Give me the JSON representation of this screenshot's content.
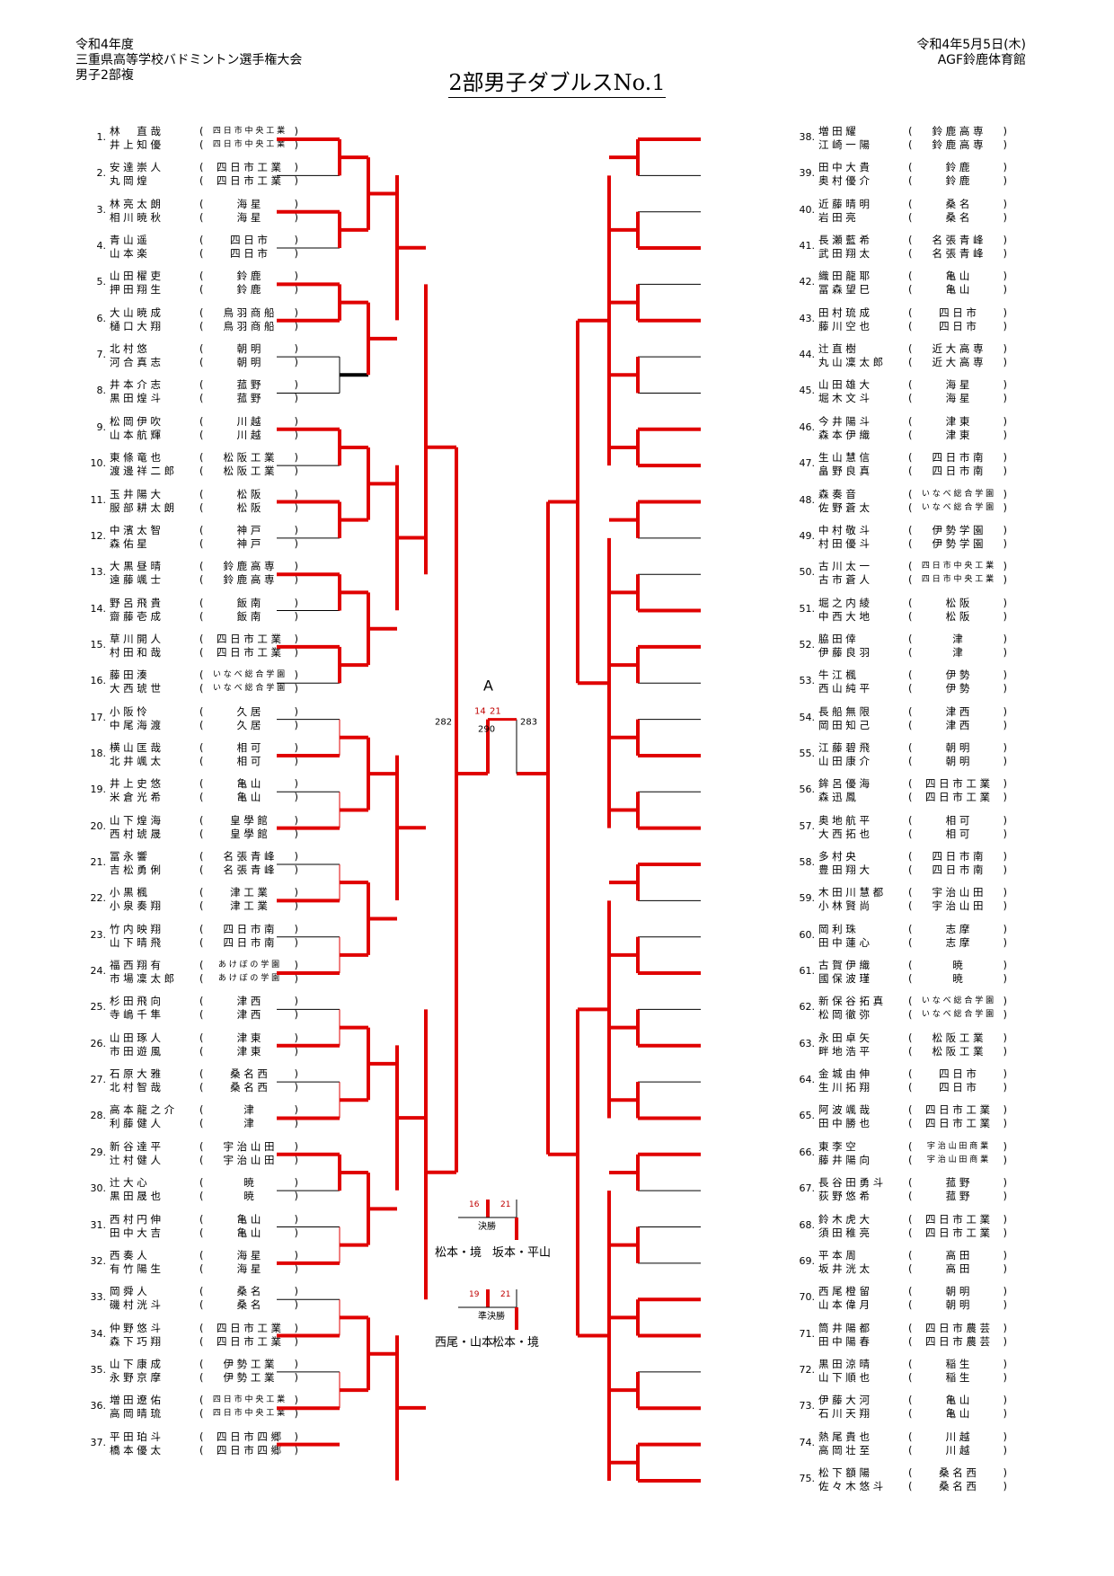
{
  "header": {
    "left": [
      "令和4年度",
      "三重県高等学校バドミントン選手権大会",
      "男子2部複"
    ],
    "right": [
      "令和4年5月5日(木)",
      "AGF鈴鹿体育館"
    ],
    "title": "2部男子ダブルスNo.1"
  },
  "left_entries": [
    {
      "seed": "1.",
      "p": [
        [
          "林　直哉",
          "四日市中央工業"
        ],
        [
          "井上知優",
          "四日市中央工業"
        ]
      ]
    },
    {
      "seed": "2.",
      "p": [
        [
          "安達崇人",
          "四日市工業"
        ],
        [
          "丸岡煌",
          "四日市工業"
        ]
      ]
    },
    {
      "seed": "3.",
      "p": [
        [
          "林亮太朗",
          "海星"
        ],
        [
          "相川暁秋",
          "海星"
        ]
      ]
    },
    {
      "seed": "4.",
      "p": [
        [
          "青山遥",
          "四日市"
        ],
        [
          "山本楽",
          "四日市"
        ]
      ]
    },
    {
      "seed": "5.",
      "p": [
        [
          "山田櫂吏",
          "鈴鹿"
        ],
        [
          "押田翔生",
          "鈴鹿"
        ]
      ]
    },
    {
      "seed": "6.",
      "p": [
        [
          "大山暁成",
          "鳥羽商船"
        ],
        [
          "樋口大翔",
          "鳥羽商船"
        ]
      ]
    },
    {
      "seed": "7.",
      "p": [
        [
          "北村悠",
          "朝明"
        ],
        [
          "河合真志",
          "朝明"
        ]
      ]
    },
    {
      "seed": "8.",
      "p": [
        [
          "井本介志",
          "菰野"
        ],
        [
          "黒田煌斗",
          "菰野"
        ]
      ]
    },
    {
      "seed": "9.",
      "p": [
        [
          "松岡伊吹",
          "川越"
        ],
        [
          "山本航輝",
          "川越"
        ]
      ]
    },
    {
      "seed": "10.",
      "p": [
        [
          "東條竜也",
          "松阪工業"
        ],
        [
          "渡邊祥二郎",
          "松阪工業"
        ]
      ]
    },
    {
      "seed": "11.",
      "p": [
        [
          "玉井陽大",
          "松阪"
        ],
        [
          "服部耕太朗",
          "松阪"
        ]
      ]
    },
    {
      "seed": "12.",
      "p": [
        [
          "中濱太智",
          "神戸"
        ],
        [
          "森佑星",
          "神戸"
        ]
      ]
    },
    {
      "seed": "13.",
      "p": [
        [
          "大黒昼晴",
          "鈴鹿高専"
        ],
        [
          "遠藤颯士",
          "鈴鹿高専"
        ]
      ]
    },
    {
      "seed": "14.",
      "p": [
        [
          "野呂飛貴",
          "飯南"
        ],
        [
          "齋藤壱成",
          "飯南"
        ]
      ]
    },
    {
      "seed": "15.",
      "p": [
        [
          "草川開人",
          "四日市工業"
        ],
        [
          "村田和哉",
          "四日市工業"
        ]
      ]
    },
    {
      "seed": "16.",
      "p": [
        [
          "藤田湊",
          "いなべ総合学園"
        ],
        [
          "大西琥世",
          "いなべ総合学園"
        ]
      ]
    },
    {
      "seed": "17.",
      "p": [
        [
          "小阪怜",
          "久居"
        ],
        [
          "中尾海渡",
          "久居"
        ]
      ]
    },
    {
      "seed": "18.",
      "p": [
        [
          "横山匡哉",
          "相可"
        ],
        [
          "北井颯太",
          "相可"
        ]
      ]
    },
    {
      "seed": "19.",
      "p": [
        [
          "井上史悠",
          "亀山"
        ],
        [
          "米倉光希",
          "亀山"
        ]
      ]
    },
    {
      "seed": "20.",
      "p": [
        [
          "山下煌海",
          "皇學館"
        ],
        [
          "西村琥晟",
          "皇學館"
        ]
      ]
    },
    {
      "seed": "21.",
      "p": [
        [
          "冨永響",
          "名張青峰"
        ],
        [
          "吉松勇俐",
          "名張青峰"
        ]
      ]
    },
    {
      "seed": "22.",
      "p": [
        [
          "小黒楓",
          "津工業"
        ],
        [
          "小泉奏翔",
          "津工業"
        ]
      ]
    },
    {
      "seed": "23.",
      "p": [
        [
          "竹内映翔",
          "四日市南"
        ],
        [
          "山下晴飛",
          "四日市南"
        ]
      ]
    },
    {
      "seed": "24.",
      "p": [
        [
          "福西翔有",
          "あけぼの学園"
        ],
        [
          "市場凜太郎",
          "あけぼの学園"
        ]
      ]
    },
    {
      "seed": "25.",
      "p": [
        [
          "杉田飛向",
          "津西"
        ],
        [
          "寺嶋千隼",
          "津西"
        ]
      ]
    },
    {
      "seed": "26.",
      "p": [
        [
          "山田琢人",
          "津東"
        ],
        [
          "市田遊風",
          "津東"
        ]
      ]
    },
    {
      "seed": "27.",
      "p": [
        [
          "石原大雅",
          "桑名西"
        ],
        [
          "北村智哉",
          "桑名西"
        ]
      ]
    },
    {
      "seed": "28.",
      "p": [
        [
          "高本龍之介",
          "津"
        ],
        [
          "利藤健人",
          "津"
        ]
      ]
    },
    {
      "seed": "29.",
      "p": [
        [
          "新谷達平",
          "宇治山田"
        ],
        [
          "辻村健人",
          "宇治山田"
        ]
      ]
    },
    {
      "seed": "30.",
      "p": [
        [
          "辻大心",
          "暁"
        ],
        [
          "黒田晟也",
          "暁"
        ]
      ]
    },
    {
      "seed": "31.",
      "p": [
        [
          "西村円伸",
          "亀山"
        ],
        [
          "田中大吉",
          "亀山"
        ]
      ]
    },
    {
      "seed": "32.",
      "p": [
        [
          "西奏人",
          "海星"
        ],
        [
          "有竹陽生",
          "海星"
        ]
      ]
    },
    {
      "seed": "33.",
      "p": [
        [
          "岡舜人",
          "桑名"
        ],
        [
          "磯村洸斗",
          "桑名"
        ]
      ]
    },
    {
      "seed": "34.",
      "p": [
        [
          "仲野悠斗",
          "四日市工業"
        ],
        [
          "森下巧翔",
          "四日市工業"
        ]
      ]
    },
    {
      "seed": "35.",
      "p": [
        [
          "山下康成",
          "伊勢工業"
        ],
        [
          "永野京摩",
          "伊勢工業"
        ]
      ]
    },
    {
      "seed": "36.",
      "p": [
        [
          "増田遼佑",
          "四日市中央工業"
        ],
        [
          "高岡晴琉",
          "四日市中央工業"
        ]
      ]
    },
    {
      "seed": "37.",
      "p": [
        [
          "平田珀斗",
          "四日市四郷"
        ],
        [
          "橋本優太",
          "四日市四郷"
        ]
      ]
    }
  ],
  "right_entries": [
    {
      "seed": "38.",
      "p": [
        [
          "増田耀",
          "鈴鹿高専"
        ],
        [
          "江崎一陽",
          "鈴鹿高専"
        ]
      ]
    },
    {
      "seed": "39.",
      "p": [
        [
          "田中大貴",
          "鈴鹿"
        ],
        [
          "奥村優介",
          "鈴鹿"
        ]
      ]
    },
    {
      "seed": "40.",
      "p": [
        [
          "近藤晴明",
          "桑名"
        ],
        [
          "岩田亮",
          "桑名"
        ]
      ]
    },
    {
      "seed": "41.",
      "p": [
        [
          "長瀬藍希",
          "名張青峰"
        ],
        [
          "武田翔太",
          "名張青峰"
        ]
      ]
    },
    {
      "seed": "42.",
      "p": [
        [
          "織田龍耶",
          "亀山"
        ],
        [
          "冨森望巳",
          "亀山"
        ]
      ]
    },
    {
      "seed": "43.",
      "p": [
        [
          "田村琉成",
          "四日市"
        ],
        [
          "藤川空也",
          "四日市"
        ]
      ]
    },
    {
      "seed": "44.",
      "p": [
        [
          "辻直樹",
          "近大高専"
        ],
        [
          "丸山凜太郎",
          "近大高専"
        ]
      ]
    },
    {
      "seed": "45.",
      "p": [
        [
          "山田雄大",
          "海星"
        ],
        [
          "堀木文斗",
          "海星"
        ]
      ]
    },
    {
      "seed": "46.",
      "p": [
        [
          "今井陽斗",
          "津東"
        ],
        [
          "森本伊織",
          "津東"
        ]
      ]
    },
    {
      "seed": "47.",
      "p": [
        [
          "生山慧信",
          "四日市南"
        ],
        [
          "畠野良真",
          "四日市南"
        ]
      ]
    },
    {
      "seed": "48.",
      "p": [
        [
          "森奏音",
          "いなべ総合学園"
        ],
        [
          "佐野蒼太",
          "いなべ総合学園"
        ]
      ]
    },
    {
      "seed": "49.",
      "p": [
        [
          "中村敬斗",
          "伊勢学園"
        ],
        [
          "村田優斗",
          "伊勢学園"
        ]
      ]
    },
    {
      "seed": "50.",
      "p": [
        [
          "古川太一",
          "四日市中央工業"
        ],
        [
          "古市蒼人",
          "四日市中央工業"
        ]
      ]
    },
    {
      "seed": "51.",
      "p": [
        [
          "堀之内綾",
          "松阪"
        ],
        [
          "中西大地",
          "松阪"
        ]
      ]
    },
    {
      "seed": "52.",
      "p": [
        [
          "脇田倖",
          "津"
        ],
        [
          "伊藤良羽",
          "津"
        ]
      ]
    },
    {
      "seed": "53.",
      "p": [
        [
          "牛江楓",
          "伊勢"
        ],
        [
          "西山純平",
          "伊勢"
        ]
      ]
    },
    {
      "seed": "54.",
      "p": [
        [
          "長船無限",
          "津西"
        ],
        [
          "岡田知己",
          "津西"
        ]
      ]
    },
    {
      "seed": "55.",
      "p": [
        [
          "江藤碧飛",
          "朝明"
        ],
        [
          "山田康介",
          "朝明"
        ]
      ]
    },
    {
      "seed": "56.",
      "p": [
        [
          "鉾呂優海",
          "四日市工業"
        ],
        [
          "森迅鳳",
          "四日市工業"
        ]
      ]
    },
    {
      "seed": "57.",
      "p": [
        [
          "奥地航平",
          "相可"
        ],
        [
          "大西拓也",
          "相可"
        ]
      ]
    },
    {
      "seed": "58.",
      "p": [
        [
          "多村央",
          "四日市南"
        ],
        [
          "豊田翔大",
          "四日市南"
        ]
      ]
    },
    {
      "seed": "59.",
      "p": [
        [
          "木田川慧都",
          "宇治山田"
        ],
        [
          "小林賢尚",
          "宇治山田"
        ]
      ]
    },
    {
      "seed": "60.",
      "p": [
        [
          "岡利珠",
          "志摩"
        ],
        [
          "田中蓮心",
          "志摩"
        ]
      ]
    },
    {
      "seed": "61.",
      "p": [
        [
          "古賀伊織",
          "暁"
        ],
        [
          "國保波瑾",
          "暁"
        ]
      ]
    },
    {
      "seed": "62.",
      "p": [
        [
          "新保谷拓真",
          "いなべ総合学園"
        ],
        [
          "松岡徹弥",
          "いなべ総合学園"
        ]
      ]
    },
    {
      "seed": "63.",
      "p": [
        [
          "永田卓矢",
          "松阪工業"
        ],
        [
          "畔地浩平",
          "松阪工業"
        ]
      ]
    },
    {
      "seed": "64.",
      "p": [
        [
          "金城由伸",
          "四日市"
        ],
        [
          "生川拓翔",
          "四日市"
        ]
      ]
    },
    {
      "seed": "65.",
      "p": [
        [
          "阿波颯哉",
          "四日市工業"
        ],
        [
          "田中勝也",
          "四日市工業"
        ]
      ]
    },
    {
      "seed": "66.",
      "p": [
        [
          "東李空",
          "宇治山田商業"
        ],
        [
          "藤井陽向",
          "宇治山田商業"
        ]
      ]
    },
    {
      "seed": "67.",
      "p": [
        [
          "長谷田勇斗",
          "菰野"
        ],
        [
          "荻野悠希",
          "菰野"
        ]
      ]
    },
    {
      "seed": "68.",
      "p": [
        [
          "鈴木虎大",
          "四日市工業"
        ],
        [
          "須田稚亮",
          "四日市工業"
        ]
      ]
    },
    {
      "seed": "69.",
      "p": [
        [
          "平本周",
          "高田"
        ],
        [
          "坂井洸太",
          "高田"
        ]
      ]
    },
    {
      "seed": "70.",
      "p": [
        [
          "西尾橙留",
          "朝明"
        ],
        [
          "山本偉月",
          "朝明"
        ]
      ]
    },
    {
      "seed": "71.",
      "p": [
        [
          "筒井陽都",
          "四日市農芸"
        ],
        [
          "田中陽春",
          "四日市農芸"
        ]
      ]
    },
    {
      "seed": "72.",
      "p": [
        [
          "黒田涼晴",
          "稲生"
        ],
        [
          "山下順也",
          "稲生"
        ]
      ]
    },
    {
      "seed": "73.",
      "p": [
        [
          "伊藤大河",
          "亀山"
        ],
        [
          "石川天翔",
          "亀山"
        ]
      ]
    },
    {
      "seed": "74.",
      "p": [
        [
          "熱尾貴也",
          "川越"
        ],
        [
          "高岡壮至",
          "川越"
        ]
      ]
    },
    {
      "seed": "75.",
      "p": [
        [
          "松下額陽",
          "桑名西"
        ],
        [
          "佐々木悠斗",
          "桑名西"
        ]
      ]
    }
  ],
  "final": {
    "label": "A",
    "s1": "14",
    "s2": "21",
    "num": "290",
    "left_num": "282",
    "right_num": "283"
  },
  "legend": {
    "final_label": "決勝",
    "final_s1": "16",
    "final_s2": "21",
    "final_w": "松本・境",
    "final_l": "坂本・平山",
    "semi_label": "準決勝",
    "semi_s1": "19",
    "semi_s2": "21",
    "semi_w": "西尾・山本",
    "semi_l": "松本・境"
  },
  "colors": {
    "win": "#e00000",
    "line": "#000000",
    "score": "#c00000"
  }
}
